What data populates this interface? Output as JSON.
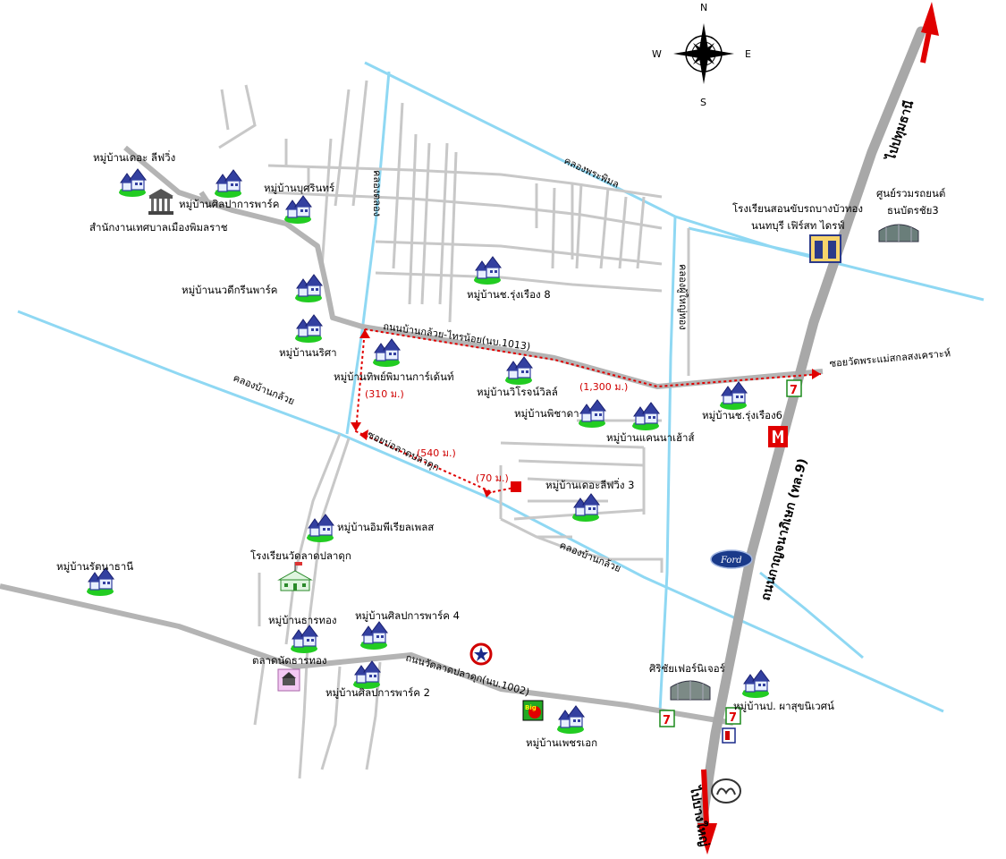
{
  "colors": {
    "canal": "#8fd8f3",
    "minor_road": "#c8c8c8",
    "main_road": "#b4b4b4",
    "highway": "#a8a8a8",
    "route": "#e00000",
    "arrow": "#e00000",
    "village_house": "#3340a0",
    "village_grass": "#22cc22"
  },
  "compass": {
    "n": "N",
    "s": "S",
    "e": "E",
    "w": "W"
  },
  "highway": {
    "name": "ถนนกาญจนาภิเษก (ทล.9)",
    "to_north": "ไปปทุมธานี",
    "to_south": "ไปบางใหญ่"
  },
  "roads": {
    "kluai_sai_noi": "ถนนบ้านกล้วย-ไทรน้อย(นบ.1013)",
    "wat_lat_pla_duk": "ถนนวัดลาดปลาดุก(นบ.1002)",
    "soi_wat_phra_mae": "ซอยวัดพระแม่สกลสงเคราะห์",
    "soi_sanam_lat": "ซอยบ่อลาดปลาดุก"
  },
  "canals": {
    "phra_phimon": "คลองพระพิมล",
    "ban_kluai_1": "คลองบ้านกล้วย",
    "ban_kluai_2": "คลองบ้านกล้วย",
    "khlong_west": "คลองตลอง",
    "khlong_east": "คลองผู้ใหญ่ทอง"
  },
  "distances": {
    "d1300": "(1,300 ม.)",
    "d310": "(310 ม.)",
    "d540": "(540 ม.)",
    "d70": "(70 ม.)"
  },
  "places": {
    "the_living": "หมู่บ้านเดอะ ลีฟวิ่ง",
    "silpakarn_park": "หมู่บ้านศิลปาการพาร์ค",
    "bussarin": "หมู่บ้านบุศรินทร์",
    "municipality": "สำนักงานเทศบาลเมืองพิมลราช",
    "nawadee": "หมู่บ้านนวดีกรีนพาร์ค",
    "chor_rungrueang_8": "หมู่บ้านช.รุ่งเรือง 8",
    "narisa": "หมู่บ้านนริศา",
    "thipphiman": "หมู่บ้านทิพย์พิมานการ์เด้นท์",
    "wirot": "หมู่บ้านวิโรจน์วิลล์",
    "phichada": "หมู่บ้านพิชาดา",
    "canada": "หมู่บ้านแคนนาเฮ้าส์",
    "chor_rungrueang_6": "หมู่บ้านช.รุ่งเรือง6",
    "the_living_3": "หมู่บ้านเดอะลีฟวิ่ง 3",
    "imperial": "หมู่บ้านอิมพีเรียลเพลส",
    "school_wat": "โรงเรียนวัดลาดปลาดุก",
    "rattana": "หมู่บ้านรัตนาธานี",
    "tharathong": "หมู่บ้านธารทอง",
    "silpakarn_4": "หมู่บ้านศิลปการพาร์ค  4",
    "market": "ตลาดนัดธารทอง",
    "silpakarn_2": "หมู่บ้านศิลปการพาร์ค 2",
    "phetchara": "หมู่บ้านเพชรเอก",
    "siri_chai": "ศิริชัยเฟอร์นิเจอร์",
    "pha_su": "หมู่บ้านป. ผาสุขนิเวศน์",
    "driving_school_1": "โรงเรียนสอนขับรถบางบัวทอง",
    "driving_school_2": "นนทบุรี เฟิร์สท ไดรฟ์",
    "auto_center_1": "ศูนย์รวมรถยนต์",
    "auto_center_2": "ธนบัตรชัย3"
  },
  "icons": [
    "compass-rose-icon",
    "village-icon",
    "municipal-building-icon",
    "school-icon",
    "market-icon",
    "convenience-store-icon",
    "isuzu-icon",
    "ford-icon",
    "caltex-icon",
    "big-c-icon",
    "mazda-icon",
    "warehouse-icon",
    "target-marker-icon"
  ]
}
